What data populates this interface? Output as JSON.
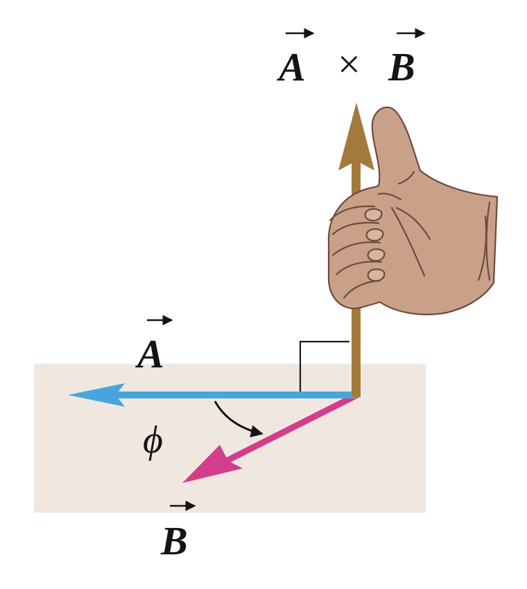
{
  "labels": {
    "cross_product_left": "A",
    "cross_product_operator": "×",
    "cross_product_right": "B",
    "vector_a": "A",
    "vector_b": "B",
    "angle": "ϕ"
  },
  "colors": {
    "plane": "#f0e8e0",
    "vector_a": "#46a6dc",
    "vector_b": "#d43c8c",
    "cross_product_vector": "#a37a3b",
    "hand_skin": "#c9a088",
    "hand_outline": "#6e4a3c",
    "ink": "#141414"
  },
  "icons": {
    "hand": "right-hand-thumb-up-icon",
    "right_angle": "right-angle-marker"
  }
}
